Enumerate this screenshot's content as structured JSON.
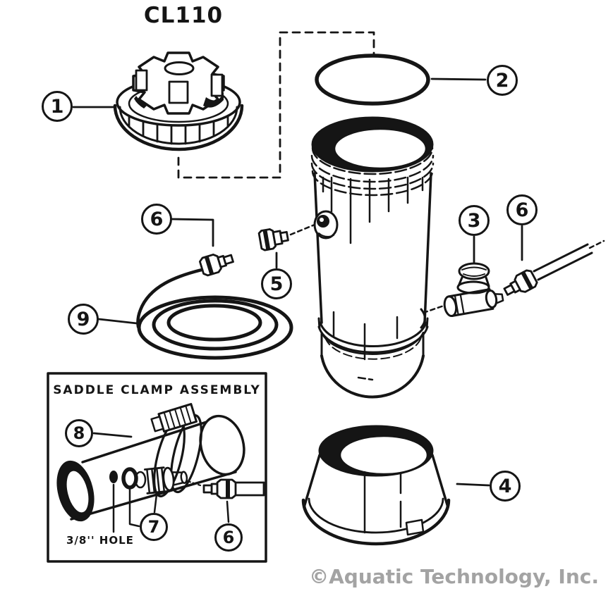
{
  "diagram": {
    "model": "CL110",
    "watermark": "©Aquatic Technology, Inc.",
    "colors": {
      "ink": "#151515",
      "watermark": "#a3a3a3",
      "background": "#ffffff"
    }
  },
  "inset": {
    "title": "SADDLE CLAMP ASSEMBLY",
    "hole_label": "3/8'' HOLE"
  },
  "callouts": [
    {
      "ref": "cap-lid",
      "number": "1"
    },
    {
      "ref": "o-ring",
      "number": "2"
    },
    {
      "ref": "control-valve",
      "number": "3"
    },
    {
      "ref": "base-stand",
      "number": "4"
    },
    {
      "ref": "tank-adapter-fitting",
      "number": "5"
    },
    {
      "ref": "compression-fitting-right",
      "number": "6"
    },
    {
      "ref": "compression-fitting-tubing",
      "number": "6"
    },
    {
      "ref": "compression-fitting-saddle",
      "number": "6"
    },
    {
      "ref": "saddle-fitting-gasket",
      "number": "7"
    },
    {
      "ref": "hose-clamp",
      "number": "8"
    },
    {
      "ref": "tubing-coil",
      "number": "9"
    }
  ]
}
